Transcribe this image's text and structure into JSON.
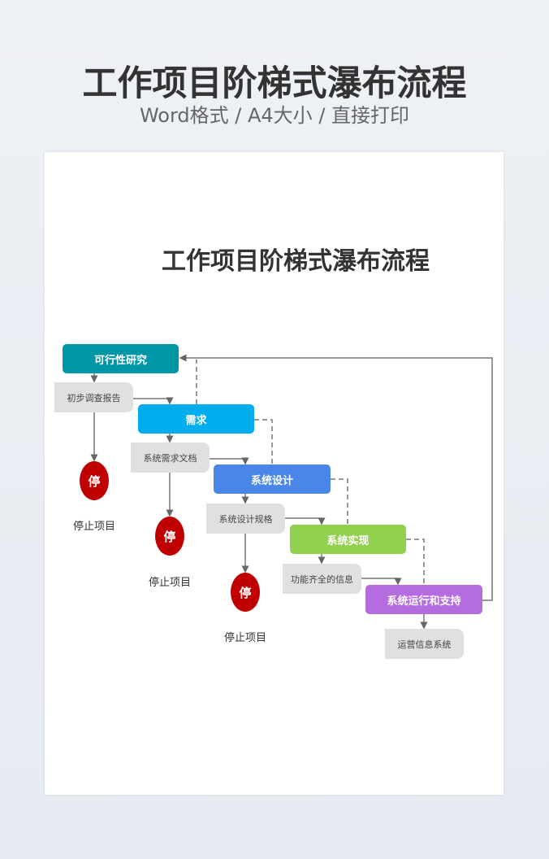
{
  "header": {
    "title": "工作项目阶梯式瀑布流程",
    "subtitle": "Word格式 / A4大小 / 直接打印"
  },
  "doc": {
    "title": "工作项目阶梯式瀑布流程"
  },
  "stages": [
    {
      "label": "可行性研究",
      "color": "#0096A6",
      "output": "初步调查报告"
    },
    {
      "label": "需求",
      "color": "#00AEEF",
      "output": "系统需求文档"
    },
    {
      "label": "系统设计",
      "color": "#4A86E8",
      "output": "系统设计规格"
    },
    {
      "label": "系统实现",
      "color": "#92D050",
      "output": "功能齐全的信息"
    },
    {
      "label": "系统运行和支持",
      "color": "#B46CE0",
      "output": "运营信息系统"
    }
  ],
  "stop": {
    "symbol": "停",
    "label": "停止项目"
  }
}
